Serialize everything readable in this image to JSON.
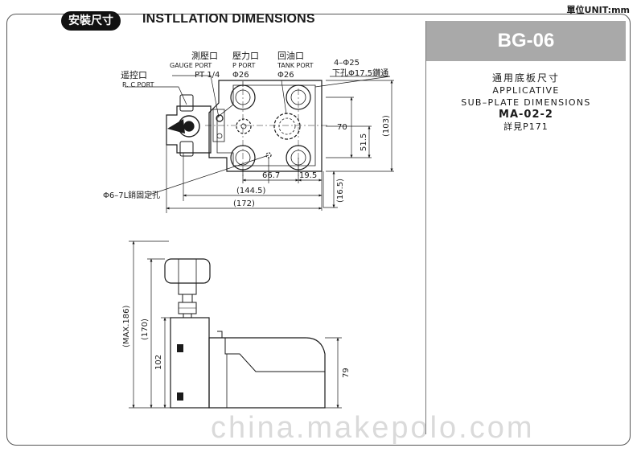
{
  "header": {
    "unit": "單位UNIT:mm",
    "title_cn": "安裝尺寸",
    "title_en": "INSTLLATION DIMENSIONS"
  },
  "model": "BG-06",
  "subplate": {
    "title_cn": "通用底板尺寸",
    "title_en1": "APPLICATIVE",
    "title_en2": "SUB–PLATE DIMENSIONS",
    "code": "MA-02-2",
    "ref": "詳見P171"
  },
  "callouts": {
    "rc_port_cn": "遥控口",
    "rc_port_en": "R. C PORT",
    "gauge_port_cn": "測壓口",
    "gauge_port_en": "GAUGE PORT",
    "gauge_port_size": "PT 1/4",
    "p_port_cn": "壓力口",
    "p_port_en": "P PORT",
    "p_port_size": "Φ26",
    "tank_port_cn": "回油口",
    "tank_port_en": "TANK PORT",
    "tank_port_size": "Φ26",
    "holes": "4–Φ25",
    "holes_note": "下孔Φ17.5鑽通",
    "pin_hole": "Φ6–7L銷固定孔"
  },
  "dimensions": {
    "d_70": "70",
    "d_103": "(103)",
    "d_51_5": "51.5",
    "d_66_7": "66.7",
    "d_19_5": "19.5",
    "d_144_5": "(144.5)",
    "d_172": "(172)",
    "d_16_5": "(16.5)",
    "d_max186": "(MAX.186)",
    "d_170": "(170)",
    "d_102": "102",
    "d_79": "79"
  },
  "watermark": "china.makepolo.com"
}
